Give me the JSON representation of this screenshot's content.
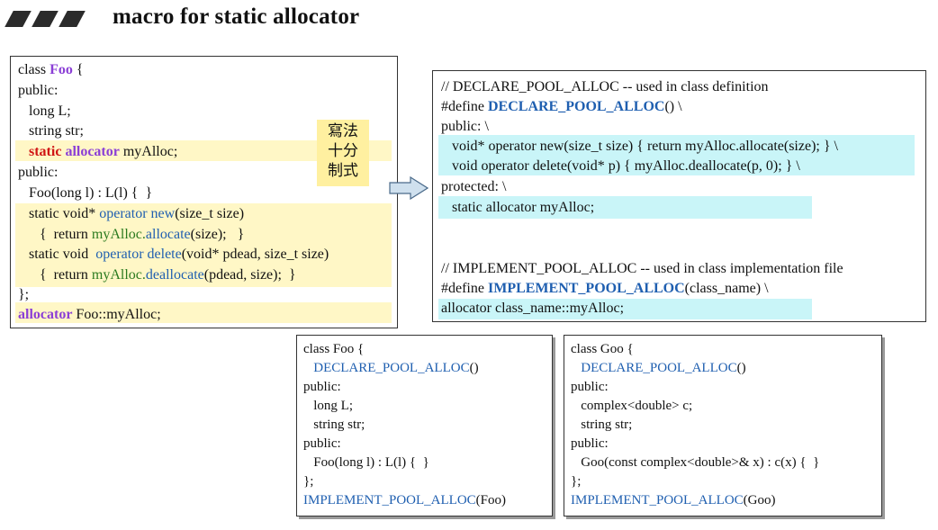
{
  "title": "macro for static allocator",
  "note_lines": [
    "寫法",
    "十分",
    "制式"
  ],
  "left_box": {
    "l1": "class ",
    "l1_foo": "Foo",
    "l1_end": " {",
    "l2": "public:",
    "l3": "   long L;",
    "l4": "   string str;",
    "l5_static": "   static",
    "l5_alloc": " allocator",
    "l5_end": " myAlloc;",
    "l6": "public:",
    "l7": "   Foo(long l) : L(l) {  }",
    "l8_a": "   static void* ",
    "l8_op": "operator new",
    "l8_b": "(size_t size)",
    "l9_a": "      {  return ",
    "l9_g": "myAlloc.",
    "l9_b": "allocate",
    "l9_c": "(size);   }",
    "l10_a": "   static void  ",
    "l10_op": "operator delete",
    "l10_b": "(void* pdead, size_t size)",
    "l11_a": "      {  return ",
    "l11_g": "myAlloc.",
    "l11_b": "deallocate",
    "l11_c": "(pdead, size);  }",
    "l12": "};",
    "l13_alloc": "allocator",
    "l13_end": " Foo::myAlloc;"
  },
  "right_box": {
    "l1": "// DECLARE_POOL_ALLOC -- used in class definition",
    "l2_a": "#define ",
    "l2_b": "DECLARE_POOL_ALLOC",
    "l2_c": "() \\",
    "l3": "public: \\",
    "l4": "   void* operator new(size_t size) { return myAlloc.allocate(size); } \\",
    "l5": "   void operator delete(void* p) { myAlloc.deallocate(p, 0); } \\",
    "l6": "protected: \\",
    "l7": "   static allocator myAlloc;",
    "l8": "// IMPLEMENT_POOL_ALLOC -- used in class implementation file",
    "l9_a": "#define ",
    "l9_b": "IMPLEMENT_POOL_ALLOC",
    "l9_c": "(class_name) \\",
    "l10": "allocator class_name::myAlloc;"
  },
  "foo_box": {
    "l1": "class Foo {",
    "l2_a": "   DECLARE_POOL_ALLOC",
    "l2_b": "()",
    "l3": "public:",
    "l4": "   long L;",
    "l5": "   string str;",
    "l6": "public:",
    "l7": "   Foo(long l) : L(l) {  }",
    "l8": "};",
    "l9_a": "IMPLEMENT_POOL_ALLOC",
    "l9_b": "(Foo)"
  },
  "goo_box": {
    "l1": "class Goo {",
    "l2_a": "   DECLARE_POOL_ALLOC",
    "l2_b": "()",
    "l3": "public:",
    "l4": "   complex<double> c;",
    "l5": "   string str;",
    "l6": "public:",
    "l7": "   Goo(const complex<double>& x) : c(x) {  }",
    "l8": "};",
    "l9_a": "IMPLEMENT_POOL_ALLOC",
    "l9_b": "(Goo)"
  },
  "colors": {
    "highlight_yellow": "#fff7c6",
    "highlight_cyan": "#c9f5f8",
    "macro_blue": "#1f5fb0",
    "keyword_purple": "#8b3fd6",
    "keyword_red": "#d01414",
    "member_green": "#2a7a1f"
  }
}
